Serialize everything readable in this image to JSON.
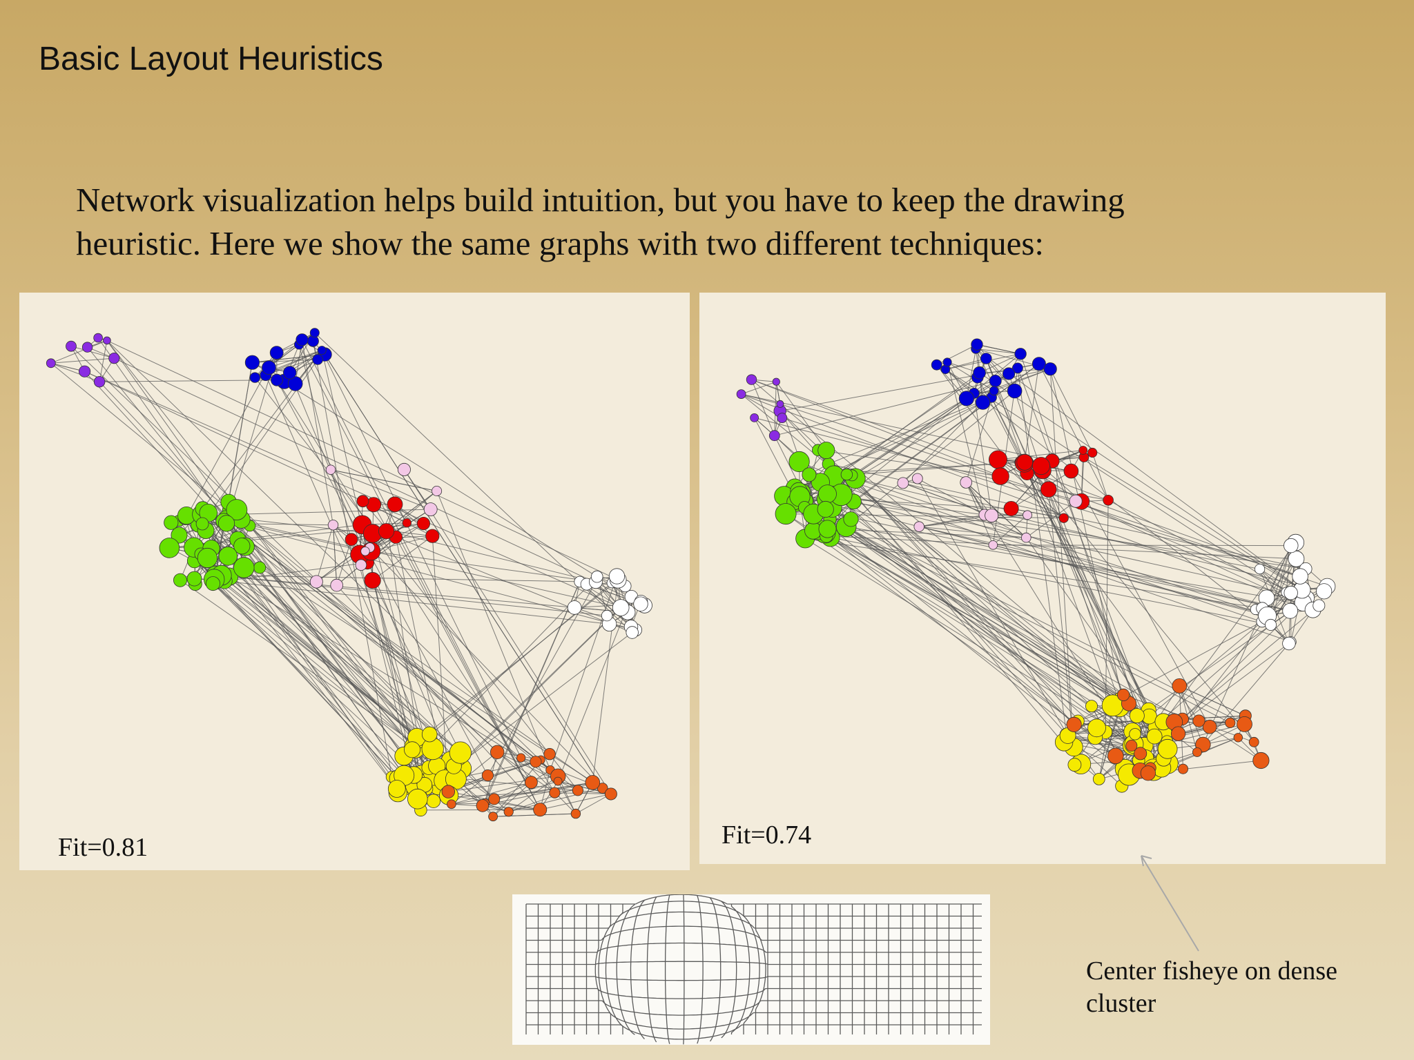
{
  "slide": {
    "title": "Basic Layout Heuristics",
    "intro": "Network visualization helps build intuition, but you have to keep the drawing heuristic.  Here we show the same graphs with two different techniques:"
  },
  "panels": {
    "left_fit": "Fit=0.81",
    "right_fit": "Fit=0.74"
  },
  "fisheye": {
    "caption": "Center fisheye on dense cluster"
  },
  "colors": {
    "purple": "#8a2be2",
    "blue": "#0000d8",
    "green": "#66e000",
    "red": "#e80000",
    "pink": "#f3c8e6",
    "white": "#ffffff",
    "yellow": "#f5ea00",
    "orange": "#e85a14",
    "edge": "#555555"
  }
}
